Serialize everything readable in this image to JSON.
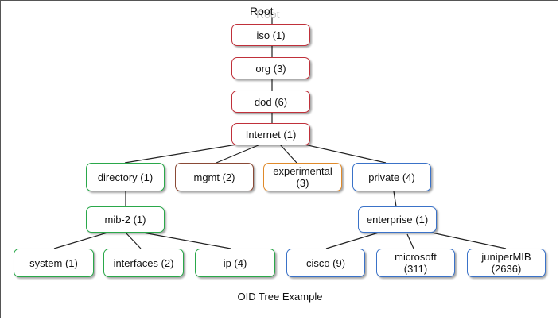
{
  "root_label": "Root",
  "caption": "OID Tree Example",
  "colors": {
    "red": "#c0303a",
    "green": "#2aa84a",
    "brown": "#8a4a36",
    "orange": "#e08a2a",
    "blue": "#3a72c8",
    "line": "#222222"
  },
  "nodes": {
    "iso": "iso (1)",
    "org": "org (3)",
    "dod": "dod (6)",
    "internet": "Internet (1)",
    "directory": "directory (1)",
    "mgmt": "mgmt (2)",
    "experimental": "experimental\n(3)",
    "private": "private (4)",
    "mib2": "mib-2 (1)",
    "enterprise": "enterprise (1)",
    "system": "system (1)",
    "interfaces": "interfaces (2)",
    "ip": "ip (4)",
    "cisco": "cisco (9)",
    "microsoft": "microsoft\n(311)",
    "juniper": "juniperMIB\n(2636)"
  }
}
